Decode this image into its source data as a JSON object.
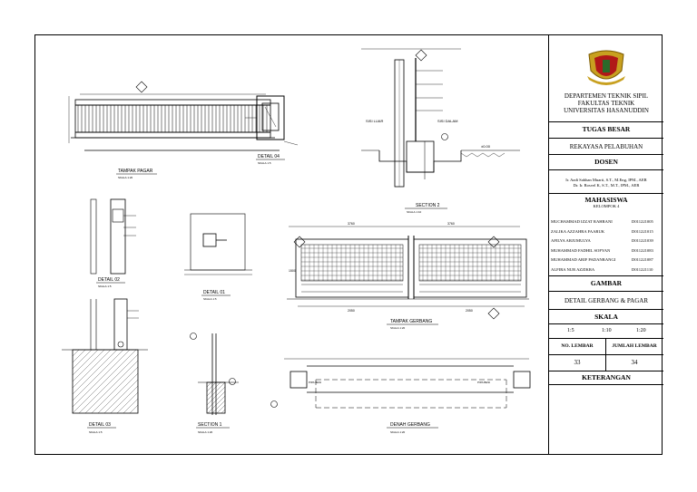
{
  "titleblock": {
    "dept": [
      "DEPARTEMEN TEKNIK SIPIL",
      "FAKULTAS TEKNIK",
      "UNIVERSITAS HASANUDDIN"
    ],
    "task_label": "TUGAS BESAR",
    "task_name": "REKAYASA PELABUHAN",
    "lecturer_label": "DOSEN",
    "lecturers": [
      "Ir. Aadi Sabhan Muarti, S.T., M.Eng, IPM., AER",
      "Dr. Ir. Rosvel K, S.T., M.T., IPM., AER"
    ],
    "students_label": "MAHASISWA",
    "group": "KELOMPOK 4",
    "students": [
      {
        "name": "MUCHAMMAD IZZAT RAHRANI",
        "nim": "D011221005"
      },
      {
        "name": "ZALIKA AZZAHRA FAARUK",
        "nim": "D011221015"
      },
      {
        "name": "AFILYA ARJUMULYA",
        "nim": "D011221039"
      },
      {
        "name": "MUHAMMAD FADHIL SOFYAN",
        "nim": "D011221083"
      },
      {
        "name": "MUHAMMAD ARIF PADANRANGI",
        "nim": "D011221087"
      },
      {
        "name": "ALFIRA NUR AZZIKRA",
        "nim": "D011221110"
      }
    ],
    "drawing_label": "GAMBAR",
    "drawing_name": "DETAIL GERBANG & PAGAR",
    "scale_label": "SKALA",
    "scales": [
      "1:5",
      "1:10",
      "1:20"
    ],
    "sheet_no_label": "NO. LEMBAR",
    "sheet_count_label": "JUMLAH LEMBAR",
    "sheet_no": "33",
    "sheet_count": "34",
    "notes_label": "KETERANGAN"
  },
  "views": {
    "tampak_pagar": {
      "title": "TAMPAK PAGAR",
      "scale": "SKALA 1:20"
    },
    "detail_04": {
      "title": "DETAIL 04",
      "scale": "SKALA 1:5"
    },
    "section_2": {
      "title": "SECTION 2",
      "scale": "SKALA 1:10"
    },
    "detail_02": {
      "title": "DETAIL 02",
      "scale": "SKALA 1:5"
    },
    "detail_01": {
      "title": "DETAIL 01",
      "scale": "SKALA 1:5"
    },
    "tampak_gerbang": {
      "title": "TAMPAK GERBANG",
      "scale": "SKALA 1:20"
    },
    "detail_03": {
      "title": "DETAIL 03",
      "scale": "SKALA 1:5"
    },
    "section_1": {
      "title": "SECTION 1",
      "scale": "SKALA 1:20"
    },
    "denah_gerbang": {
      "title": "DENAH GERBANG",
      "scale": "SKALA 1:20"
    }
  },
  "annotations": {
    "sisi_luar": "SISI LUAR",
    "sisi_dalam": "SISI DALAM",
    "elev": "±0.00",
    "dim_3760": "3760",
    "dim_1500": "1500",
    "dim_2050": "2050",
    "dim_200": "200",
    "pipa_besi": "PIPA BESI"
  }
}
